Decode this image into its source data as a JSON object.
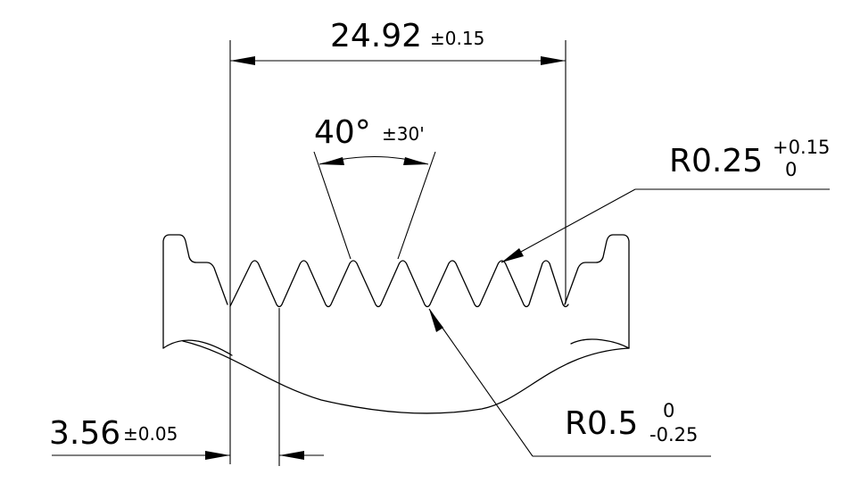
{
  "dimensions": {
    "overall_pitch": {
      "value": "24.92",
      "tolerance": "±0.15"
    },
    "angle": {
      "value": "40°",
      "tolerance": "±30'"
    },
    "tip_radius": {
      "value": "R0.25",
      "upper": "+0.15",
      "lower": "0"
    },
    "root_radius": {
      "value": "R0.5",
      "upper": "0",
      "lower": "-0.25"
    },
    "pitch": {
      "value": "3.56",
      "tolerance": "±0.05"
    }
  },
  "colors": {
    "ink": "#000000",
    "background": "#ffffff"
  }
}
